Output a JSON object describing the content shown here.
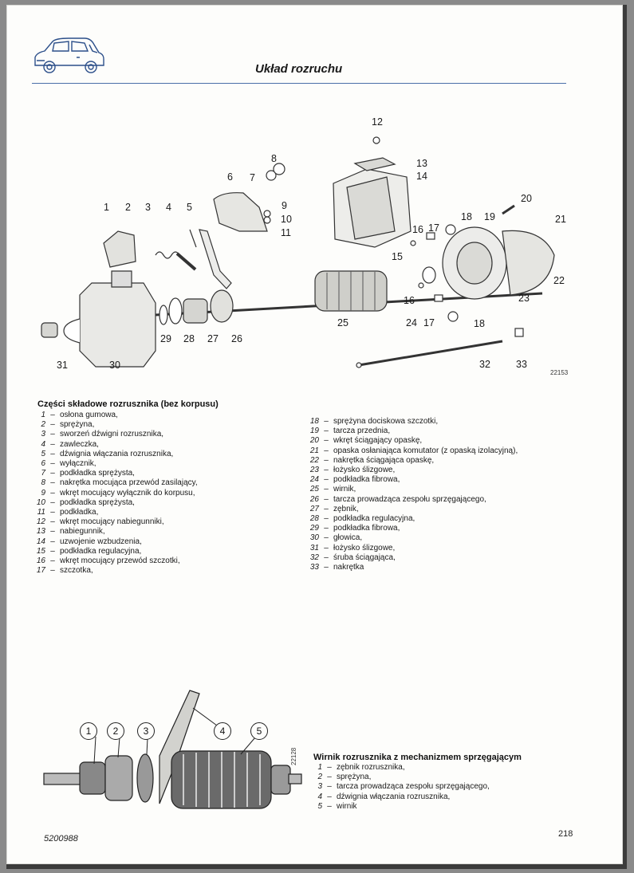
{
  "header": {
    "title": "Układ rozruchu"
  },
  "diagram": {
    "code": "22153",
    "labels": [
      "1",
      "2",
      "3",
      "4",
      "5",
      "6",
      "7",
      "8",
      "9",
      "10",
      "11",
      "12",
      "13",
      "14",
      "15",
      "16",
      "17",
      "18",
      "19",
      "20",
      "21",
      "22",
      "23",
      "24",
      "17",
      "18",
      "25",
      "26",
      "27",
      "28",
      "29",
      "30",
      "31",
      "32",
      "33",
      "16"
    ]
  },
  "parts": {
    "heading": "Części składowe rozrusznika (bez korpusu)",
    "items": [
      {
        "n": "1",
        "t": "osłona gumowa,"
      },
      {
        "n": "2",
        "t": "sprężyna,"
      },
      {
        "n": "3",
        "t": "sworzeń dźwigni rozrusznika,"
      },
      {
        "n": "4",
        "t": "zawleczka,"
      },
      {
        "n": "5",
        "t": "dźwignia włączania rozrusznika,"
      },
      {
        "n": "6",
        "t": "wyłącznik,"
      },
      {
        "n": "7",
        "t": "podkładka sprężysta,"
      },
      {
        "n": "8",
        "t": "nakrętka mocująca przewód zasilający,"
      },
      {
        "n": "9",
        "t": "wkręt mocujący wyłącznik do korpusu,"
      },
      {
        "n": "10",
        "t": "podkładka sprężysta,"
      },
      {
        "n": "11",
        "t": "podkładka,"
      },
      {
        "n": "12",
        "t": "wkręt mocujący nabiegunniki,"
      },
      {
        "n": "13",
        "t": "nabiegunnik,"
      },
      {
        "n": "14",
        "t": "uzwojenie wzbudzenia,"
      },
      {
        "n": "15",
        "t": "podkładka regulacyjna,"
      },
      {
        "n": "16",
        "t": "wkręt mocujący przewód szczotki,"
      },
      {
        "n": "17",
        "t": "szczotka,"
      },
      {
        "n": "18",
        "t": "sprężyna dociskowa szczotki,"
      },
      {
        "n": "19",
        "t": "tarcza przednia,"
      },
      {
        "n": "20",
        "t": "wkręt ściągający opaskę,"
      },
      {
        "n": "21",
        "t": "opaska osłaniająca komutator (z opaską izolacyjną),"
      },
      {
        "n": "22",
        "t": "nakrętka ściągająca opaskę,"
      },
      {
        "n": "23",
        "t": "łożysko ślizgowe,"
      },
      {
        "n": "24",
        "t": "podkładka fibrowa,"
      },
      {
        "n": "25",
        "t": "wirnik,"
      },
      {
        "n": "26",
        "t": "tarcza prowadząca zespołu sprzęgającego,"
      },
      {
        "n": "27",
        "t": "zębnik,"
      },
      {
        "n": "28",
        "t": "podkładka regulacyjna,"
      },
      {
        "n": "29",
        "t": "podkładka fibrowa,"
      },
      {
        "n": "30",
        "t": "głowica,"
      },
      {
        "n": "31",
        "t": "łożysko ślizgowe,"
      },
      {
        "n": "32",
        "t": "śruba ściągająca,"
      },
      {
        "n": "33",
        "t": "nakrętka"
      }
    ]
  },
  "rotor": {
    "code": "22128",
    "heading": "Wirnik rozrusznika z mechanizmem sprzęgającym",
    "labels": [
      "1",
      "2",
      "3",
      "4",
      "5"
    ],
    "items": [
      {
        "n": "1",
        "t": "zębnik rozrusznika,"
      },
      {
        "n": "2",
        "t": "sprężyna,"
      },
      {
        "n": "3",
        "t": "tarcza prowadząca zespołu sprzęgającego,"
      },
      {
        "n": "4",
        "t": "dźwignia włączania rozrusznika,"
      },
      {
        "n": "5",
        "t": "wirnik"
      }
    ]
  },
  "footer": {
    "code": "5200988",
    "page": "218"
  },
  "dash": "–"
}
